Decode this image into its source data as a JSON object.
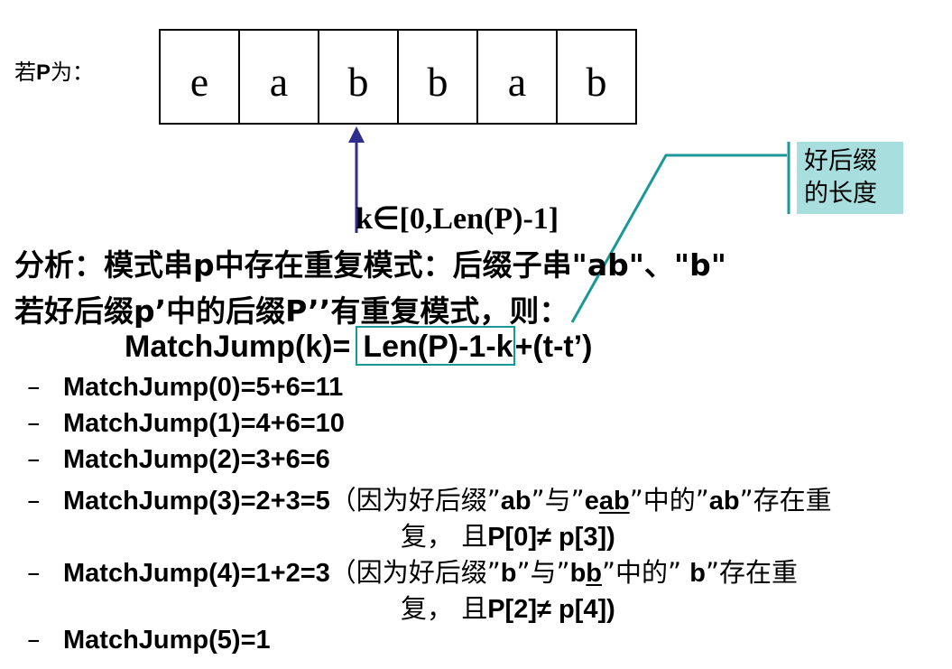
{
  "p_label": {
    "prefix": "若",
    "var": "P",
    "suffix": "为："
  },
  "cells": [
    "e",
    "a",
    "b",
    "b",
    "a",
    "b"
  ],
  "k_range": "k∈[0,Len(P)-1]",
  "note": {
    "line1": "好后缀",
    "line2": "的长度"
  },
  "analysis": "分析：模式串p中存在重复模式：后缀子串\"ab\"、\"b\"",
  "condition": "若好后缀p’中的后缀P’’有重复模式，则：",
  "formula": {
    "left": "MatchJump(k)=",
    "boxed": "Len(P)-1-k",
    "right": "+(t-t’)"
  },
  "items": [
    {
      "mj": "MatchJump(0)=5+6=11",
      "note": ""
    },
    {
      "mj": "MatchJump(1)=4+6=10",
      "note": ""
    },
    {
      "mj": "MatchJump(2)=3+6=6",
      "note": ""
    },
    {
      "mj": "MatchJump(3)=2+3=5",
      "note_a": "（因为好后缀”",
      "note_b": "ab",
      "note_c": "”与”",
      "note_d": "e",
      "note_e": "ab",
      "note_f": "”中的”",
      "note_g": "ab",
      "note_h": "”存在重",
      "cont_a": "复，  且",
      "cont_b": "P[0]≠ p[3])"
    },
    {
      "mj": "MatchJump(4)=1+2=3",
      "note_a": "（因为好后缀”",
      "note_b": "b",
      "note_c": "”与”",
      "note_d": "b",
      "note_e": "b",
      "note_f": "”中的” ",
      "note_g": "b",
      "note_h": "”存在重",
      "cont_a": "复，  且",
      "cont_b": "P[2]≠ p[4])"
    },
    {
      "mj": "MatchJump(5)=1",
      "note": ""
    }
  ],
  "colors": {
    "arrow": "#2e2e8e",
    "callout": "#1a9898",
    "note_bg": "#a9dede"
  }
}
